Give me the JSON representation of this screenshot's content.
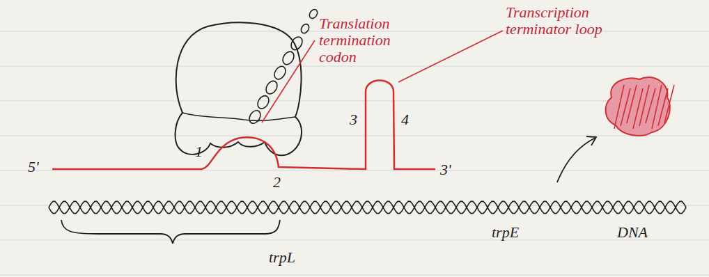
{
  "diagram": {
    "labels": [
      "Translation termination codon",
      "Transcription terminator loop",
      "5'",
      "1",
      "2",
      "3",
      "4",
      "3'",
      "trpE",
      "DNA",
      "trpL"
    ]
  }
}
